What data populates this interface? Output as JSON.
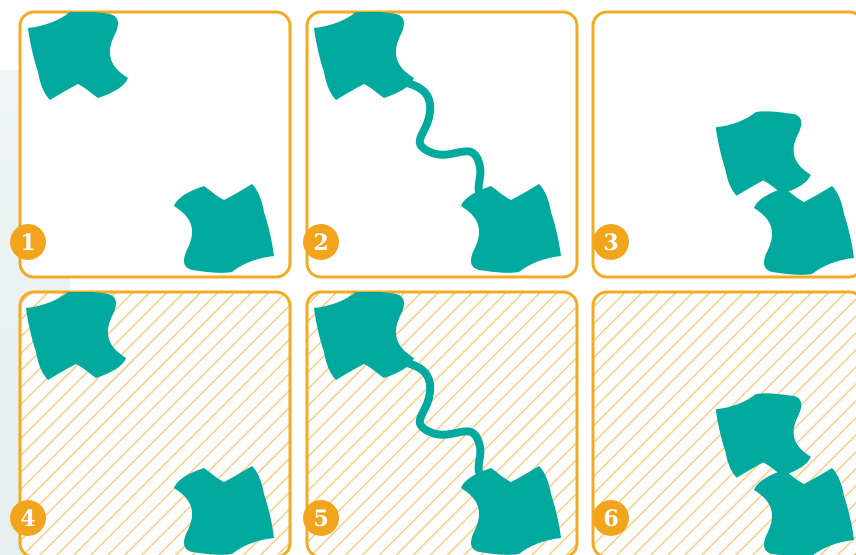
{
  "colors": {
    "frame": "#f2ab22",
    "blob": "#00a99d",
    "badge": "#f2a51c",
    "hatch": "#f6cf86",
    "badge_text": "#ffffff"
  },
  "panels": [
    {
      "number": "1",
      "hatched": false,
      "state": "separated"
    },
    {
      "number": "2",
      "hatched": false,
      "state": "connected"
    },
    {
      "number": "3",
      "hatched": false,
      "state": "adjacent"
    },
    {
      "number": "4",
      "hatched": true,
      "state": "separated"
    },
    {
      "number": "5",
      "hatched": true,
      "state": "connected"
    },
    {
      "number": "6",
      "hatched": true,
      "state": "adjacent"
    }
  ]
}
